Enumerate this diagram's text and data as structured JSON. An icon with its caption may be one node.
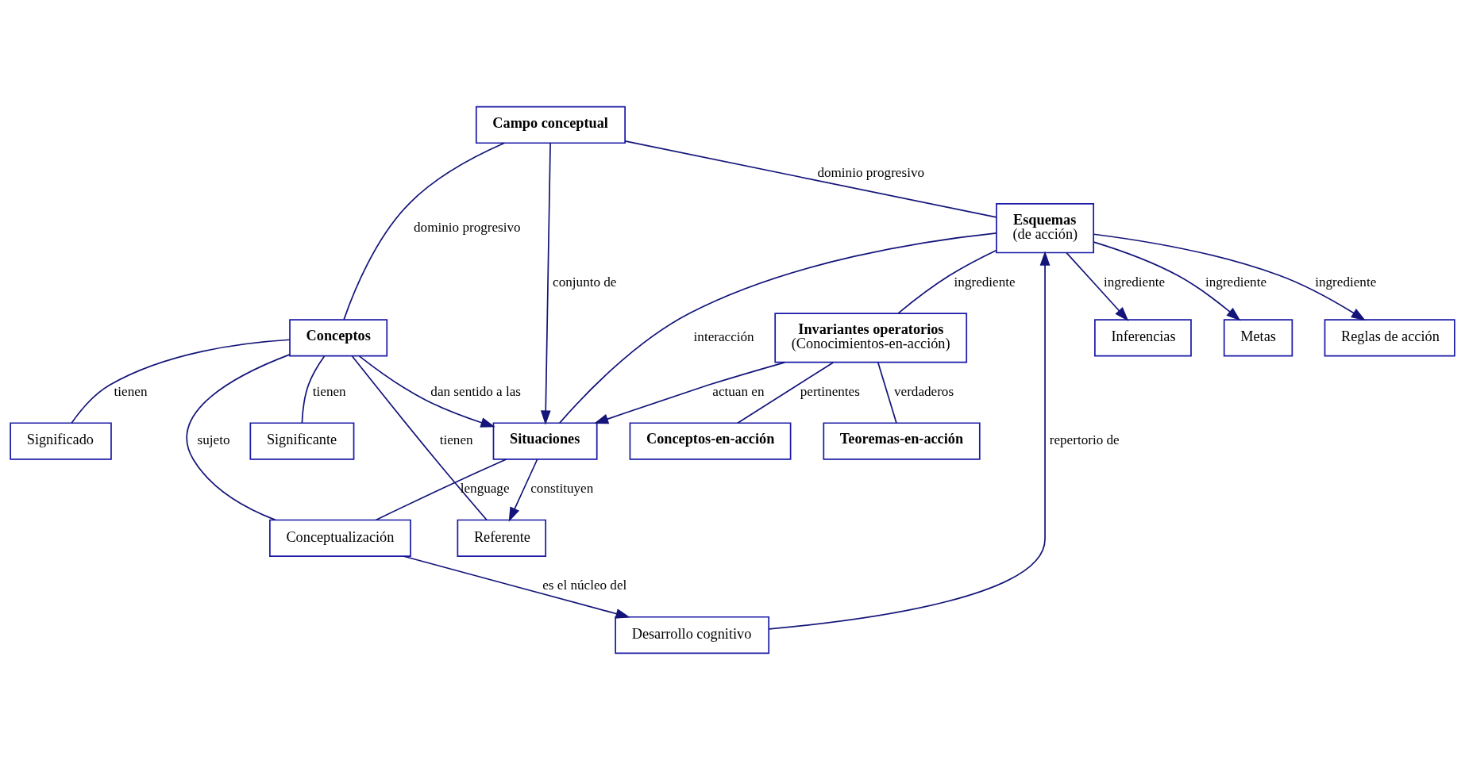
{
  "diagram": {
    "nodes": [
      {
        "text": [
          "Campo conceptual"
        ]
      },
      {
        "text": [
          "Metas"
        ]
      },
      {
        "text": [
          "Esquemas",
          "(de acción)"
        ]
      },
      {
        "text": [
          "Reglas de acción"
        ]
      },
      {
        "text": [
          "Conceptos"
        ]
      },
      {
        "text": [
          "Significante"
        ]
      },
      {
        "text": [
          "Significado"
        ]
      },
      {
        "text": [
          "Situaciones"
        ]
      },
      {
        "text": [
          "Referente"
        ]
      },
      {
        "text": [
          "Inferencias"
        ]
      },
      {
        "text": [
          "Invariantes operatorios",
          "(Conocimientos-en-acción)"
        ]
      },
      {
        "text": [
          "Conceptualización"
        ]
      },
      {
        "text": [
          "Conceptos-en-acción"
        ]
      },
      {
        "text": [
          "Teoremas-en-acción"
        ]
      },
      {
        "text": [
          "Desarrollo cognitivo"
        ]
      }
    ],
    "edges": [
      {
        "from": 0,
        "to": 2,
        "arrow": "none",
        "label": "dominio progresivo"
      },
      {
        "from": 0,
        "to": 4,
        "arrow": "none",
        "label": "dominio progresivo"
      },
      {
        "from": 0,
        "to": 7,
        "arrow": "to",
        "label": "conjunto de"
      },
      {
        "from": 2,
        "to": 1,
        "arrow": "to",
        "label": "ingrediente"
      },
      {
        "from": 2,
        "to": 3,
        "arrow": "to",
        "label": "ingrediente"
      },
      {
        "from": 2,
        "to": 9,
        "arrow": "to",
        "label": "ingrediente"
      },
      {
        "from": 2,
        "to": 10,
        "arrow": "none",
        "label": "ingrediente"
      },
      {
        "from": 2,
        "to": 7,
        "arrow": "none",
        "label": "interacción"
      },
      {
        "from": 4,
        "to": 7,
        "arrow": "to",
        "label": "dan sentido a las"
      },
      {
        "from": 4,
        "to": 5,
        "arrow": "none",
        "label": "tienen"
      },
      {
        "from": 4,
        "to": 6,
        "arrow": "none",
        "label": "tienen"
      },
      {
        "from": 4,
        "to": 8,
        "arrow": "none",
        "label": "tienen"
      },
      {
        "from": 7,
        "to": 8,
        "arrow": "to",
        "label": "constituyen"
      },
      {
        "from": 4,
        "to": 11,
        "arrow": "none",
        "label": "sujeto"
      },
      {
        "from": 7,
        "to": 11,
        "arrow": "none",
        "label": "lenguage"
      },
      {
        "from": 10,
        "to": 7,
        "arrow": "to",
        "label": "actuan en"
      },
      {
        "from": 14,
        "to": 2,
        "arrow": "to",
        "label": "repertorio de"
      },
      {
        "from": 11,
        "to": 14,
        "arrow": "to",
        "label": "es el núcleo del"
      },
      {
        "from": 10,
        "to": 12,
        "arrow": "none",
        "label": "pertinentes"
      },
      {
        "from": 10,
        "to": 13,
        "arrow": "none",
        "label": "verdaderos"
      }
    ]
  }
}
